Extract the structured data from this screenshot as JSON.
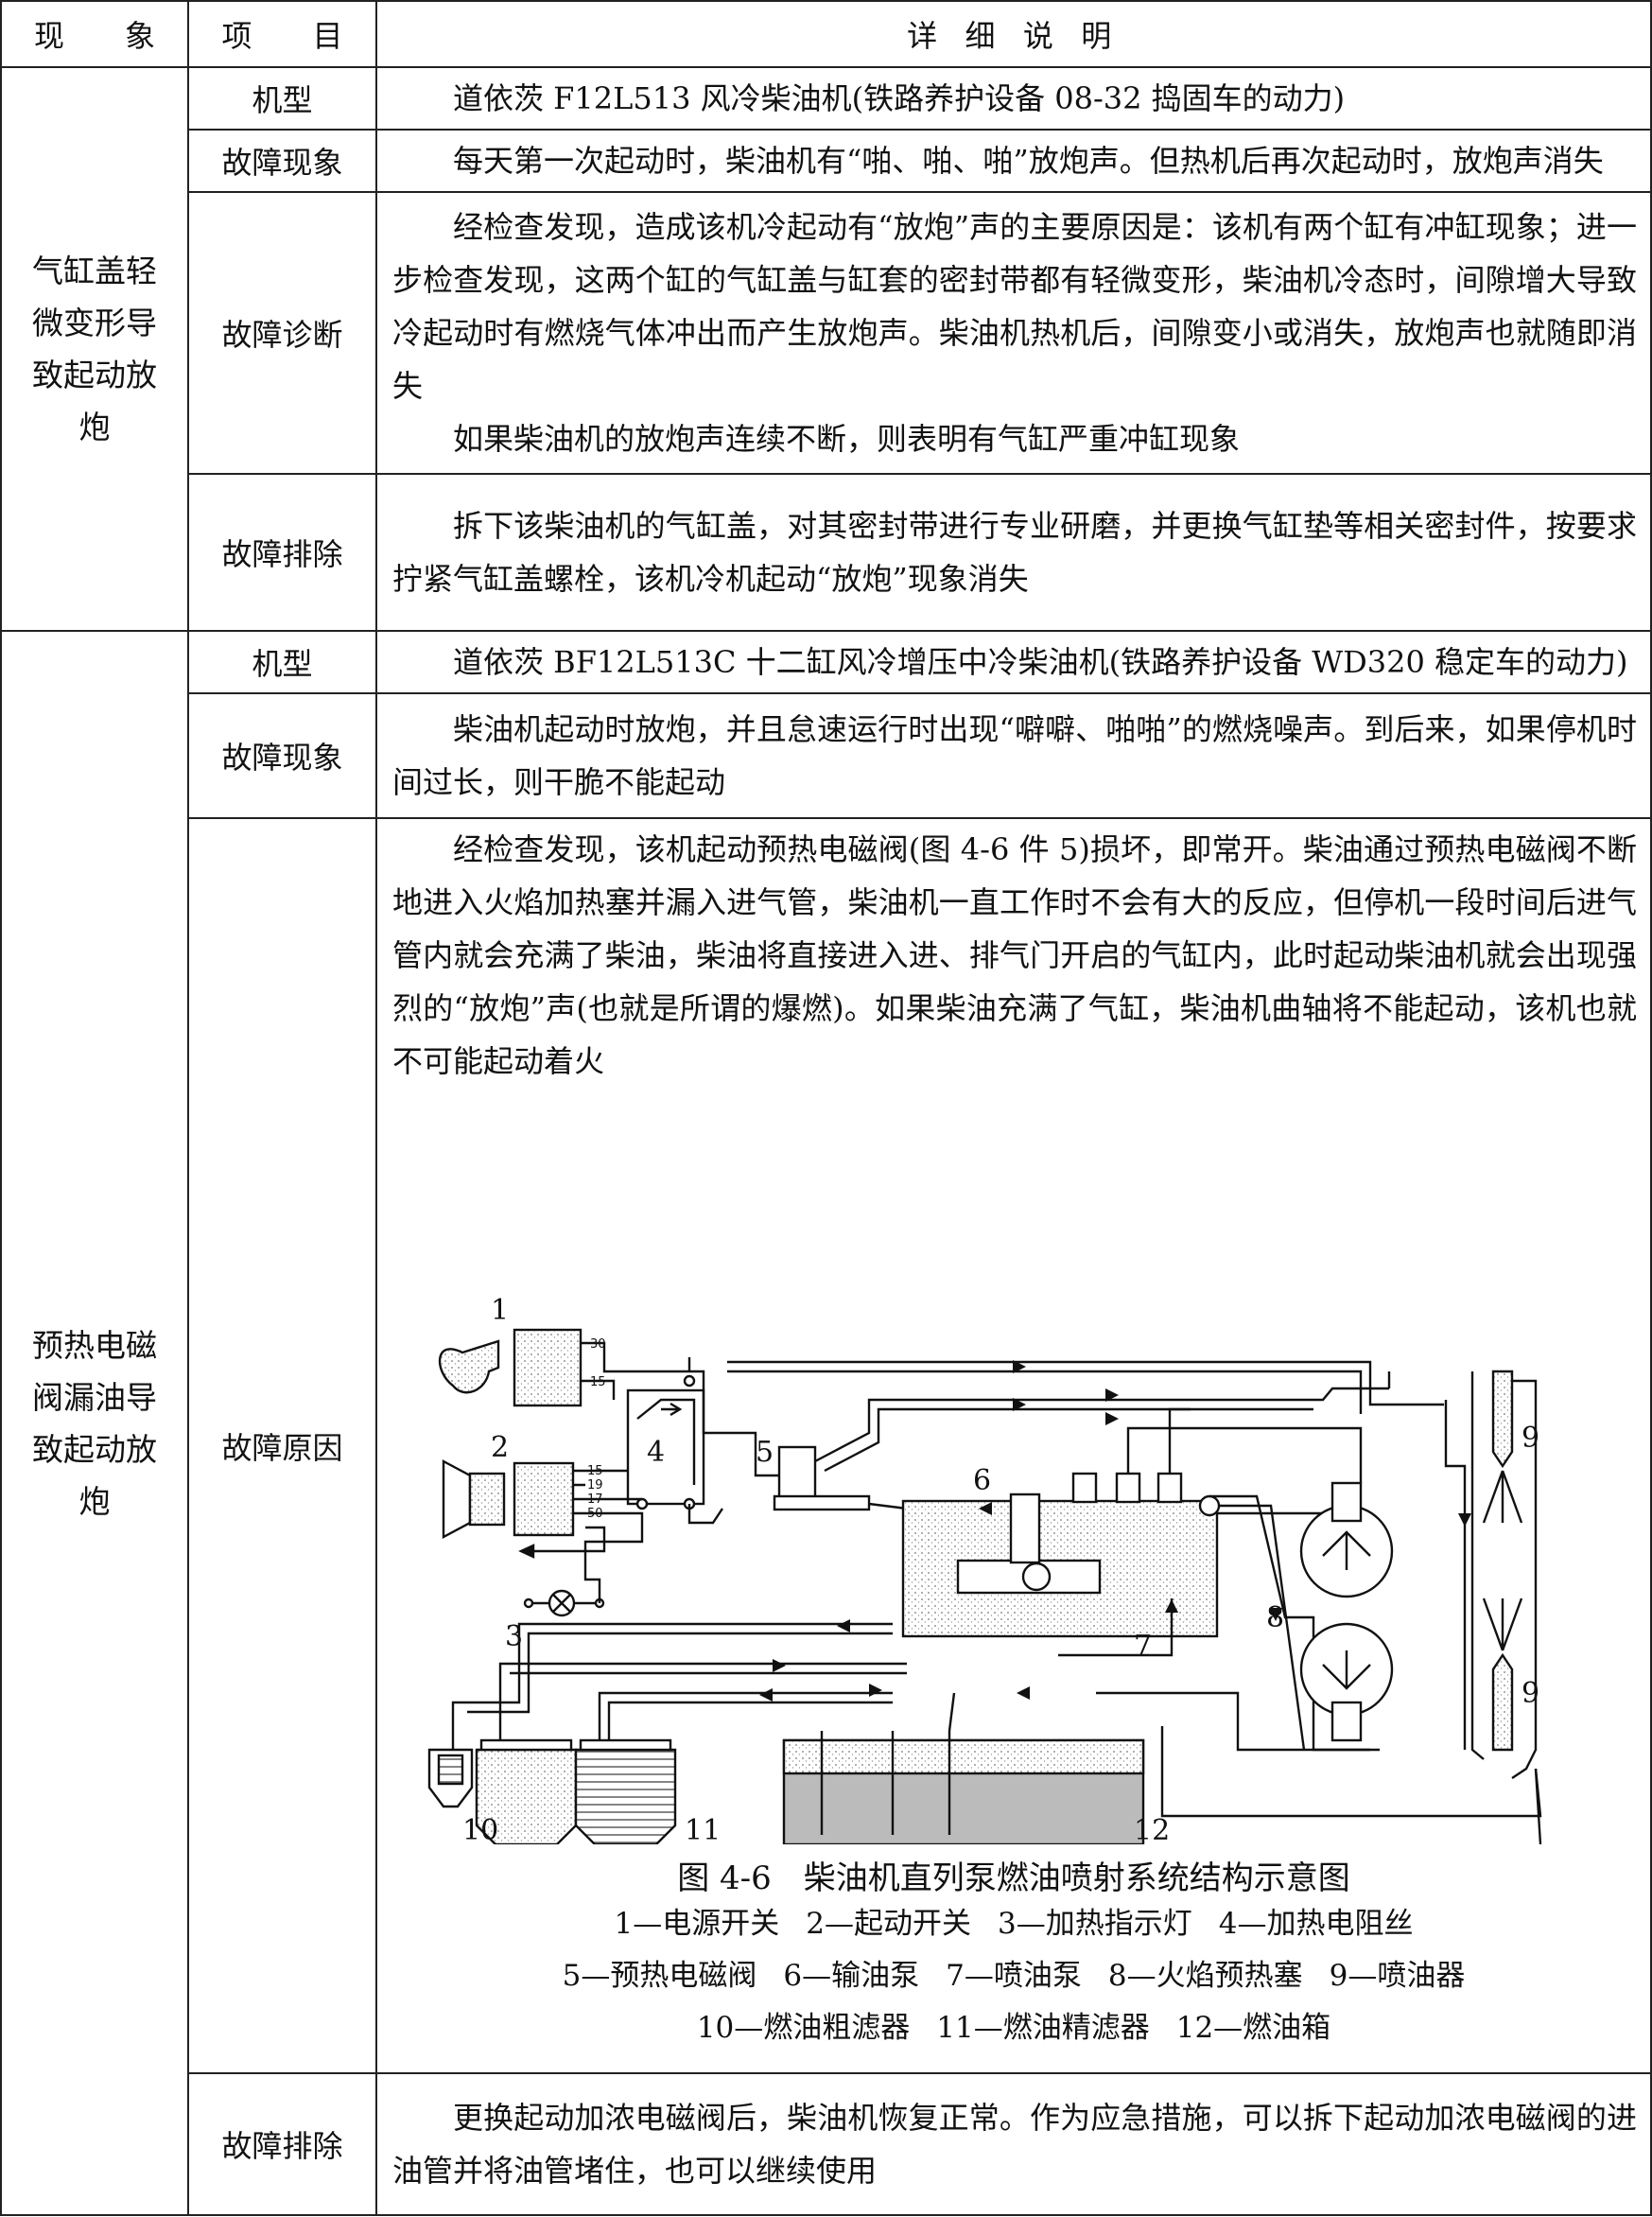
{
  "header": {
    "phenomenon": "现　　象",
    "item": "项　　目",
    "detail": "详 细 说 明"
  },
  "case1": {
    "phenomenon": "气缸盖轻微变形导致起动放炮",
    "labels": {
      "model": "机型",
      "symptom": "故障现象",
      "diagnosis": "故障诊断",
      "remedy": "故障排除"
    },
    "model": "道依茨 F12L513 风冷柴油机(铁路养护设备 08-32 捣固车的动力)",
    "symptom": "每天第一次起动时，柴油机有“啪、啪、啪”放炮声。但热机后再次起动时，放炮声消失",
    "diagnosis_1": "经检查发现，造成该机冷起动有“放炮”声的主要原因是：该机有两个缸有冲缸现象；进一步检查发现，这两个缸的气缸盖与缸套的密封带都有轻微变形，柴油机冷态时，间隙增大导致冷起动时有燃烧气体冲出而产生放炮声。柴油机热机后，间隙变小或消失，放炮声也就随即消失",
    "diagnosis_2": "如果柴油机的放炮声连续不断，则表明有气缸严重冲缸现象",
    "remedy": "拆下该柴油机的气缸盖，对其密封带进行专业研磨，并更换气缸垫等相关密封件，按要求拧紧气缸盖螺栓，该机冷机起动“放炮”现象消失"
  },
  "case2": {
    "phenomenon": "预热电磁阀漏油导致起动放炮",
    "labels": {
      "model": "机型",
      "symptom": "故障现象",
      "cause": "故障原因",
      "remedy": "故障排除"
    },
    "model": "道依茨 BF12L513C 十二缸风冷增压中冷柴油机(铁路养护设备 WD320 稳定车的动力)",
    "symptom": "柴油机起动时放炮，并且怠速运行时出现“噼噼、啪啪”的燃烧噪声。到后来，如果停机时间过长，则干脆不能起动",
    "cause": "经检查发现，该机起动预热电磁阀(图 4-6 件 5)损坏，即常开。柴油通过预热电磁阀不断地进入火焰加热塞并漏入进气管，柴油机一直工作时不会有大的反应，但停机一段时间后进气管内就会充满了柴油，柴油将直接进入进、排气门开启的气缸内，此时起动柴油机就会出现强烈的“放炮”声(也就是所谓的爆燃)。如果柴油充满了气缸，柴油机曲轴将不能起动，该机也就不可能起动着火",
    "remedy": "更换起动加浓电磁阀后，柴油机恢复正常。作为应急措施，可以拆下起动加浓电磁阀的进油管并将油管堵住，也可以继续使用"
  },
  "figure": {
    "caption": "图 4-6　柴油机直列泵燃油喷射系统结构示意图",
    "legend_rows": [
      [
        "1—电源开关",
        "2—起动开关",
        "3—加热指示灯",
        "4—加热电阻丝"
      ],
      [
        "5—预热电磁阀",
        "6—输油泵",
        "7—喷油泵",
        "8—火焰预热塞",
        "9—喷油器"
      ],
      [
        "10—燃油粗滤器",
        "11—燃油精滤器",
        "12—燃油箱"
      ]
    ],
    "callouts": {
      "n1": "1",
      "n2": "2",
      "n3": "3",
      "n4": "4",
      "n5": "5",
      "n6": "6",
      "n7": "7",
      "n8": "8",
      "n9a": "9",
      "n9b": "9",
      "n10": "10",
      "n11": "11",
      "n12": "12"
    },
    "terminals_sw1": [
      "30",
      "15"
    ],
    "terminals_sw2": [
      "15",
      "19",
      "17",
      "50"
    ]
  }
}
